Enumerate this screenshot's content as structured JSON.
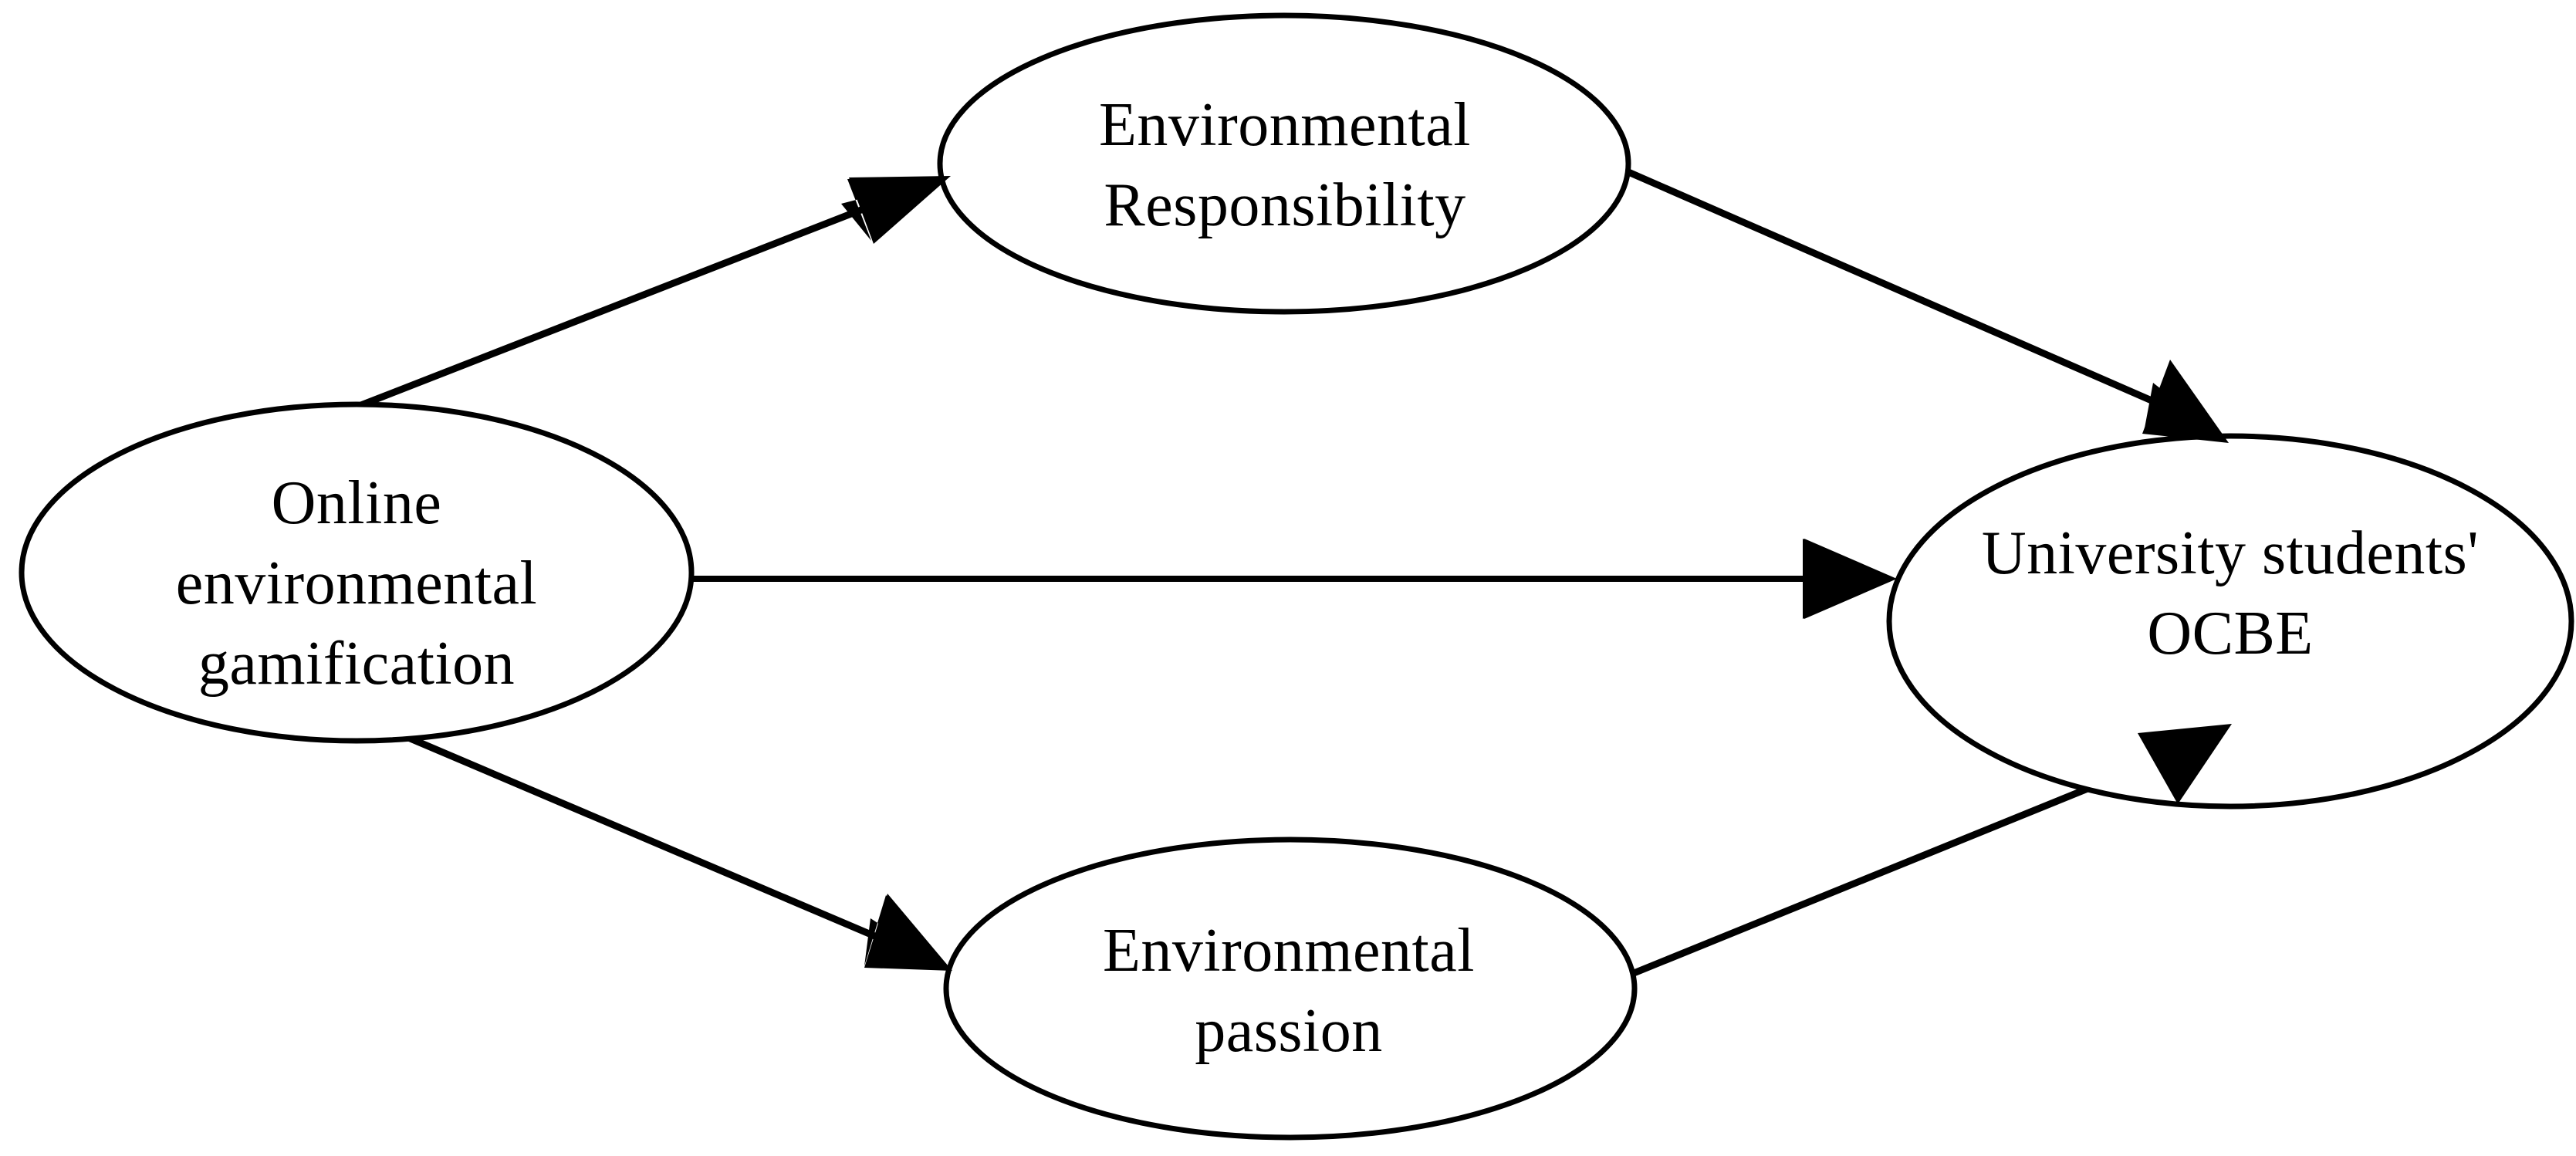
{
  "diagram": {
    "type": "conceptual-research-model",
    "title": "Online environmental gamification and university students' OCBE research model",
    "background_color": "#ffffff",
    "stroke_color": "#000000",
    "nodes": [
      {
        "id": "online-environmental-gamification",
        "label": "Online\nenvironmental\ngamification",
        "role": "independent-variable",
        "position": "left"
      },
      {
        "id": "environmental-responsibility",
        "label": "Environmental\nResponsibility",
        "role": "mediator",
        "position": "top-center"
      },
      {
        "id": "environmental-passion",
        "label": "Environmental\npassion",
        "role": "mediator",
        "position": "bottom-center"
      },
      {
        "id": "university-students-ocbe",
        "label": "University students'\nOCBE",
        "role": "dependent-variable",
        "position": "right"
      }
    ],
    "edges": [
      {
        "id": "gamification-to-responsibility",
        "from": "online-environmental-gamification",
        "to": "environmental-responsibility",
        "style": "solid",
        "arrow": "single-head",
        "label": ""
      },
      {
        "id": "responsibility-to-ocbe",
        "from": "environmental-responsibility",
        "to": "university-students-ocbe",
        "style": "solid",
        "arrow": "single-head",
        "label": ""
      },
      {
        "id": "gamification-to-ocbe",
        "from": "online-environmental-gamification",
        "to": "university-students-ocbe",
        "style": "solid",
        "arrow": "single-head",
        "label": ""
      },
      {
        "id": "gamification-to-passion",
        "from": "online-environmental-gamification",
        "to": "environmental-passion",
        "style": "solid",
        "arrow": "single-head",
        "label": ""
      },
      {
        "id": "passion-to-ocbe",
        "from": "environmental-passion",
        "to": "university-students-ocbe",
        "style": "solid",
        "arrow": "single-head",
        "label": ""
      }
    ]
  }
}
